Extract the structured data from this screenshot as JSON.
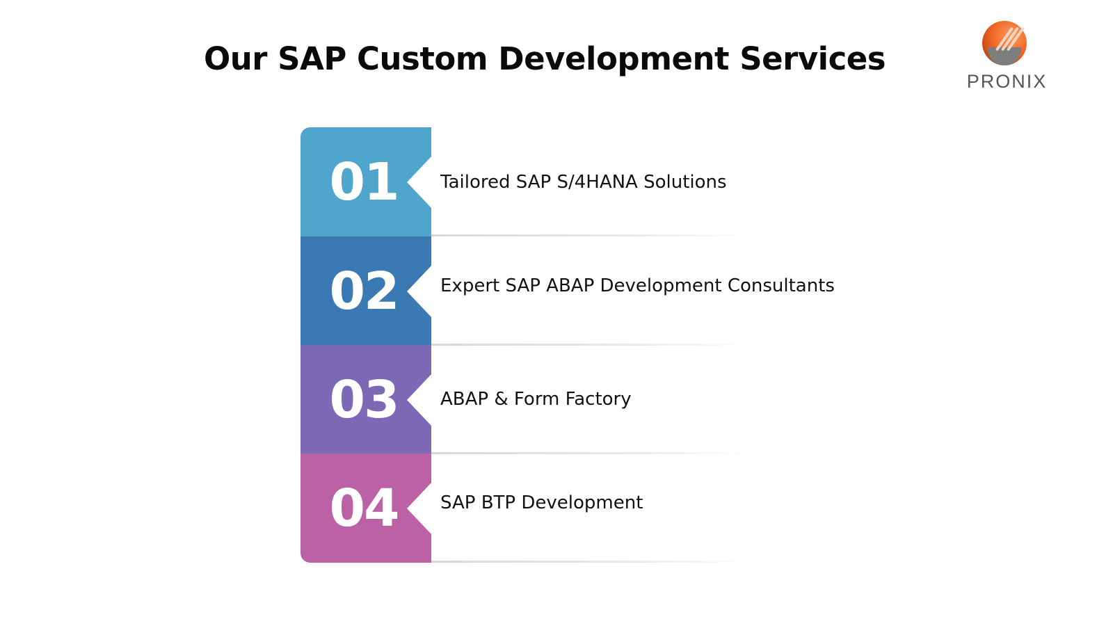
{
  "title": "Our SAP Custom Development Services",
  "logo": {
    "text": "PRONIX"
  },
  "items": [
    {
      "number": "01",
      "label": "Tailored SAP S/4HANA Solutions",
      "color": "#4fa5cb"
    },
    {
      "number": "02",
      "label": "Expert SAP ABAP Development Consultants",
      "color": "#3a79b3"
    },
    {
      "number": "03",
      "label": "ABAP & Form Factory",
      "color": "#7b69b5"
    },
    {
      "number": "04",
      "label": "SAP BTP Development",
      "color": "#bb62a6"
    }
  ]
}
